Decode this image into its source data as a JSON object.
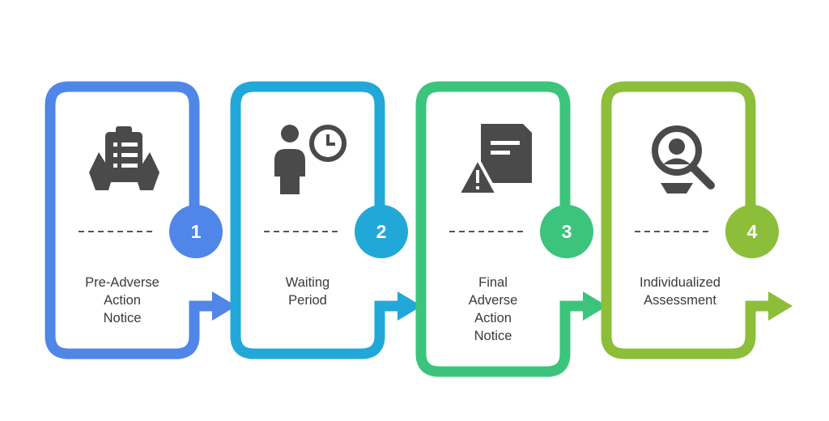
{
  "steps": [
    {
      "number": "1",
      "label": "Pre-Adverse\nAction\nNotice",
      "color": "#4F86E8",
      "icon": "clipboard-hands-icon"
    },
    {
      "number": "2",
      "label": "Waiting\nPeriod",
      "color": "#22A8D8",
      "icon": "person-clock-icon"
    },
    {
      "number": "3",
      "label": "Final\nAdverse\nAction\nNotice",
      "color": "#3CC47C",
      "icon": "document-warning-icon"
    },
    {
      "number": "4",
      "label": "Individualized\nAssessment",
      "color": "#8CBE3A",
      "icon": "person-magnifier-icon"
    }
  ],
  "colors": {
    "icon": "#4a4a4a",
    "dash": "#555555",
    "text": "#3a3a3a"
  }
}
